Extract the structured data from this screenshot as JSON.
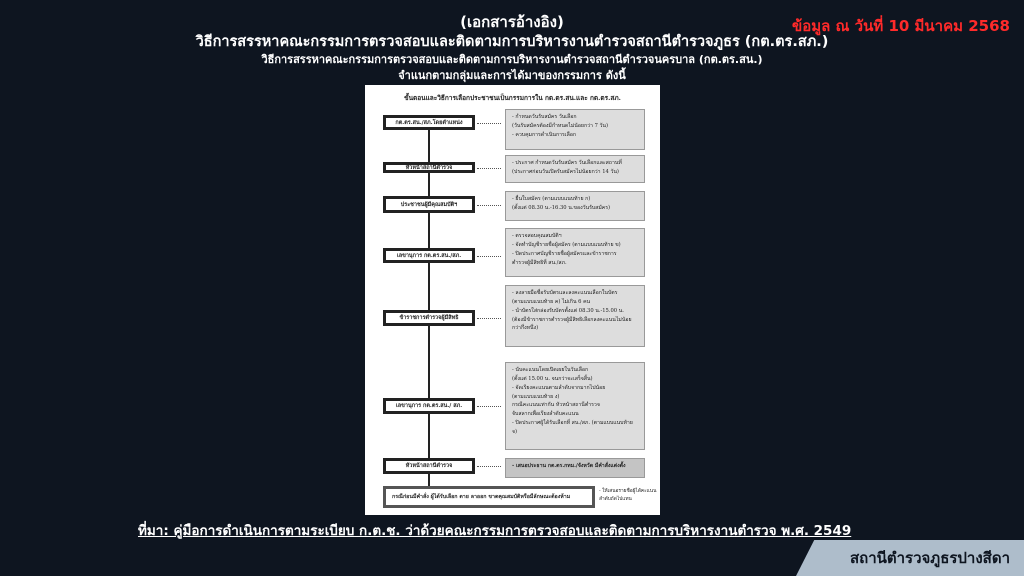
{
  "header": {
    "ref": "(เอกสารอ้างอิง)",
    "title": "วิธีการสรรหาคณะกรรมการตรวจสอบและติดตามการบริหารงานตำรวจสถานีตำรวจภูธร (กต.ตร.สภ.)",
    "subtitle1": "วิธีการสรรหาคณะกรรมการตรวจสอบและติดตามการบริหารงานตำรวจสถานีตำรวจนครบาล (กต.ตร.สน.)",
    "subtitle2": "จำแนกตามกลุ่มและการได้มาของกรรมการ ดังนี้",
    "date": "ข้อมูล ณ วันที่ 10 มีนาคม 2568"
  },
  "flowchart": {
    "heading": "ขั้นตอนและวิธีการเลือกประชาชนเป็นกรรมการใน กต.ตร.สน.และ กต.ตร.สภ.",
    "steps": [
      {
        "label": "กต.ตร.สน./สภ.โดยตำแหน่ง",
        "detail": [
          "- กำหนดวันรับสมัคร วันเลือก",
          "(วันรับสมัครต้องมีกำหนดไม่น้อยกว่า 7 วัน)",
          "- ควบคุมการดำเนินการเลือก"
        ]
      },
      {
        "label": "หัวหน้าสถานีตำรวจ",
        "detail": [
          "- ประกาศ กำหนดวันรับสมัคร วันเลือกและสถานที่",
          "(ประกาศก่อนวันเปิดรับสมัครไม่น้อยกว่า 14 วัน)"
        ]
      },
      {
        "label": "ประชาชนผู้มีคุณสมบัติฯ",
        "detail": [
          "- ยื่นใบสมัคร (ตามแบบแนบท้าย ก)",
          "(ตั้งแต่ 08.30 น.-16.30 น.ของวันรับสมัคร)"
        ]
      },
      {
        "label": "เลขานุการ กต.ตร.สน./สภ.",
        "detail": [
          "- ตรวจสอบคุณสมบัติฯ",
          "- จัดทำบัญชีรายชื่อผู้สมัคร (ตามแบบแนบท้าย ข)",
          "- ปิดประกาศบัญชีรายชื่อผู้สมัครและข้าราชการ",
          "ตำรวจผู้มีสิทธิที่ สน./สภ."
        ]
      },
      {
        "label": "ข้าราชการตำรวจผู้มีสิทธิ",
        "detail": [
          "- ลงลายมือชื่อรับบัตรและลงคะแนนเลือกในบัตร",
          "(ตามแบบแนบท้าย ค) ไม่เกิน 6 คน",
          "- นำบัตรใส่กล่องรับบัตรตั้งแต่ 08.30 น.-15.00 น.",
          "(ต้องมีข้าราชการตำรวจผู้มีสิทธิเลือกลงคะแนนไม่น้อย",
          "กว่ากึ่งหนึ่ง)"
        ]
      },
      {
        "label": "เลขานุการ กต.ตร.สน./ สภ.",
        "detail": [
          "- นับคะแนนโดยเปิดเผยในวันเลือก",
          "(ตั้งแต่ 15.00 น. จนกว่าจะเสร็จสิ้น)",
          "- จัดเรียงคะแนนตามลำดับจากมากไปน้อย",
          "(ตามแบบแนบท้าย ง)",
          "กรณีคะแนนเท่ากัน หัวหน้าสถานีตำรวจ",
          "จับสลากเพื่อเรียงลำดับคะแนน",
          "- ปิดประกาศผู้ได้รับเลือกที่ สน./สภ. (ตามแบบแนบท้าย จ)"
        ]
      },
      {
        "label": "หัวหน้าสถานีตำรวจ",
        "detail": [
          "- เสนอประธาน กต.ตร.กทม./จังหวัด มีคำสั่งแต่งตั้ง"
        ]
      }
    ],
    "final": "กรณีก่อนมีคำสั่ง ผู้ได้รับเลือก ตาย ลาออก ขาดคุณสมบัติหรือมีลักษณะต้องห้าม",
    "final_note": "- ให้เสนอรายชื่อผู้ได้คะแนนลำดับถัดไปแทน"
  },
  "footer": {
    "source": "ที่มา: คู่มือการดำเนินการตามระเบียบ ก.ต.ช. ว่าด้วยคณะกรรมการตรวจสอบและติดตามการบริหารงานตำรวจ พ.ศ. 2549",
    "station": "สถานีตำรวจภูธรปางสีดา"
  },
  "colors": {
    "background": "#0e1520",
    "date": "#ff2a2a",
    "badge": "#aebdcb"
  }
}
